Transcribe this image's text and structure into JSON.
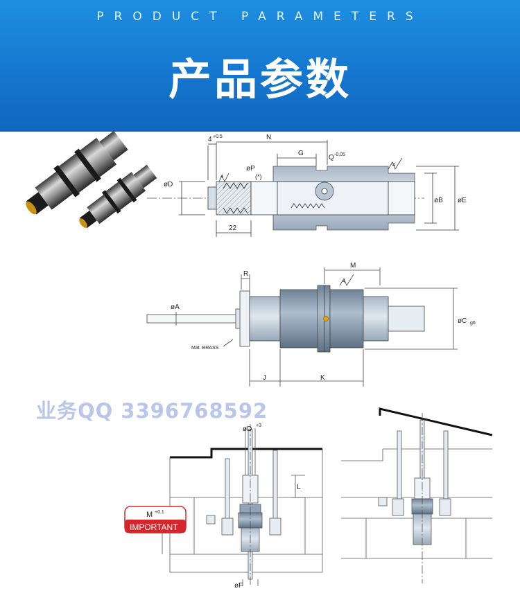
{
  "header": {
    "subtitle": "PRODUCT PARAMETERS",
    "title": "产品参数"
  },
  "drawing1": {
    "dim_4": "4",
    "dim_4_tol": "+0.5",
    "dim_N": "N",
    "dim_G": "G",
    "dim_Q": "Q",
    "dim_Q_tol": "-0.05",
    "dim_oD": "øD",
    "dim_oP": "øP",
    "note_star": "(*)",
    "dim_oB": "øB",
    "dim_oE": "øE",
    "dim_22": "22",
    "rough_a": "4",
    "rough_b": "4"
  },
  "drawing2": {
    "dim_R": "R",
    "dim_M": "M",
    "dim_oA": "øA",
    "dim_oC": "øC",
    "dim_oC_tol": "g6",
    "material": "Mat. BRASS",
    "dim_J": "J",
    "dim_K": "K",
    "rough": "4"
  },
  "watermark": "业务QQ 3396768592",
  "drawing3": {
    "dim_oD": "øD",
    "dim_oD_tol": "+3",
    "dim_L": "L",
    "dim_M": "M",
    "dim_M_tol": "+0.1",
    "important": "IMPORTANT",
    "dim_oF": "øF"
  },
  "colors": {
    "banner": "#1577cf",
    "steel": "#9aaec0",
    "steel_light": "#c6d3df",
    "steel_dark": "#56697e",
    "brass": "#d4a017",
    "important_red": "#d6262b"
  }
}
